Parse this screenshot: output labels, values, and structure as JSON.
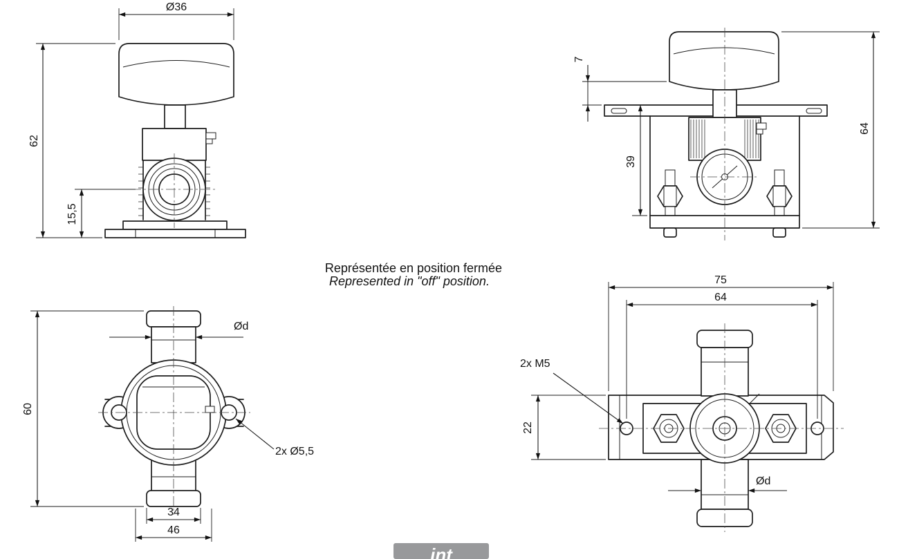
{
  "note": {
    "fr": "Représentée en position fermée",
    "en": "Represented in \"off\" position."
  },
  "front_view": {
    "dim_knob_diameter": "Ø36",
    "dim_total_height": "62",
    "dim_port_center_height": "15,5"
  },
  "side_view": {
    "dim_knob_to_bracket": "7",
    "dim_bracket_to_base": "39",
    "dim_total_height": "64"
  },
  "bottom_view": {
    "dim_hose_diameter": "Ød",
    "dim_total_height": "60",
    "dim_mount_holes": "2x Ø5,5",
    "dim_inner_width": "34",
    "dim_outer_width": "46"
  },
  "top_view": {
    "dim_bracket_width": "75",
    "dim_hole_spacing": "64",
    "dim_mount_thread": "2x M5",
    "dim_bracket_depth": "22",
    "dim_hose_diameter": "Ød"
  },
  "watermark": "int"
}
